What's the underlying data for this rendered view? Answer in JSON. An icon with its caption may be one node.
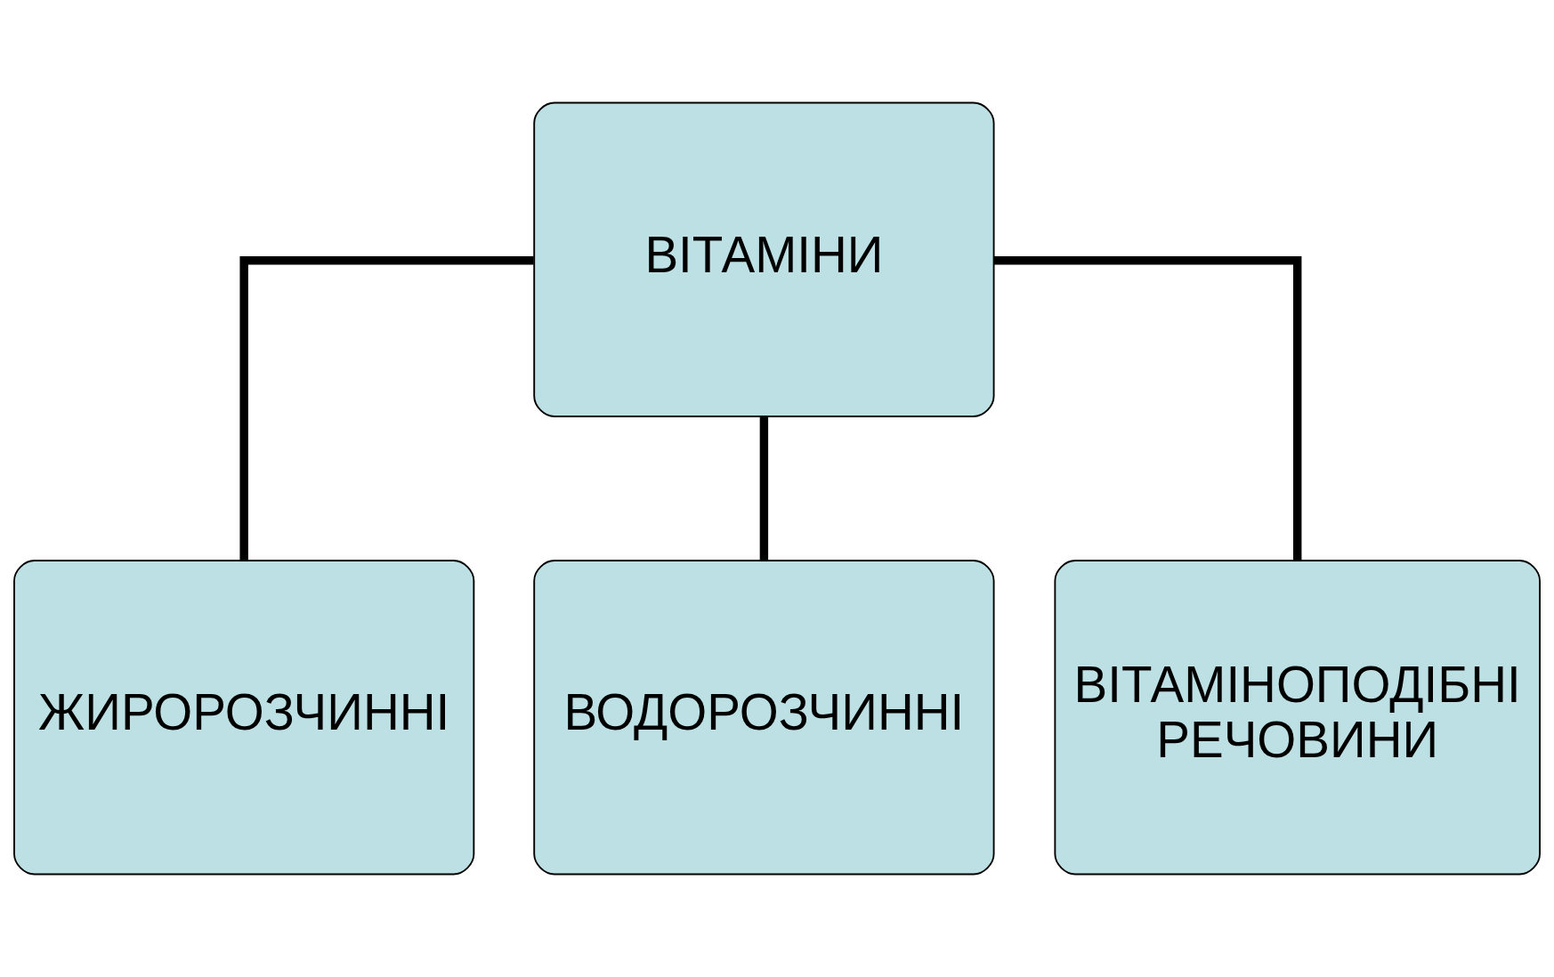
{
  "diagram": {
    "nodes": [
      {
        "text": [
          "ВІТАМІНИ"
        ]
      },
      {
        "text": [
          "ЖИРОРОЗЧИННІ"
        ]
      },
      {
        "text": [
          "ВОДОРОЗЧИННІ"
        ]
      },
      {
        "text": [
          "ВІТАМІНОПОДІБНІ РЕЧОВИНИ"
        ]
      }
    ],
    "edges": [
      {
        "from": 0,
        "to": 1,
        "arrow": "none"
      },
      {
        "from": 0,
        "to": 2,
        "arrow": "none"
      },
      {
        "from": 0,
        "to": 3,
        "arrow": "none"
      }
    ]
  }
}
